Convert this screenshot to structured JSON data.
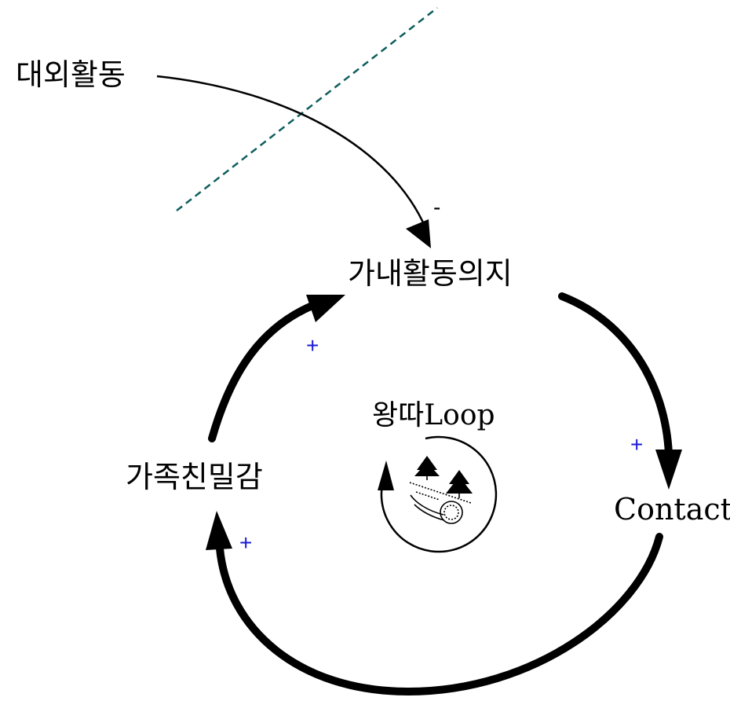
{
  "nodes": {
    "external": "대외활동",
    "willingness": "가내활동의지",
    "contact": "Contact",
    "intimacy": "가족친밀감"
  },
  "loop": {
    "label": "왕따Loop",
    "icon": "snowball-rolling-downhill-icon"
  },
  "polarity": {
    "external_to_willingness": "-",
    "willingness_to_contact": "+",
    "contact_to_intimacy": "+",
    "intimacy_to_willingness": "+"
  },
  "colors": {
    "arrow": "#000000",
    "plus_sign": "#1a1ad6",
    "boundary_line": "#0e5e5e"
  }
}
